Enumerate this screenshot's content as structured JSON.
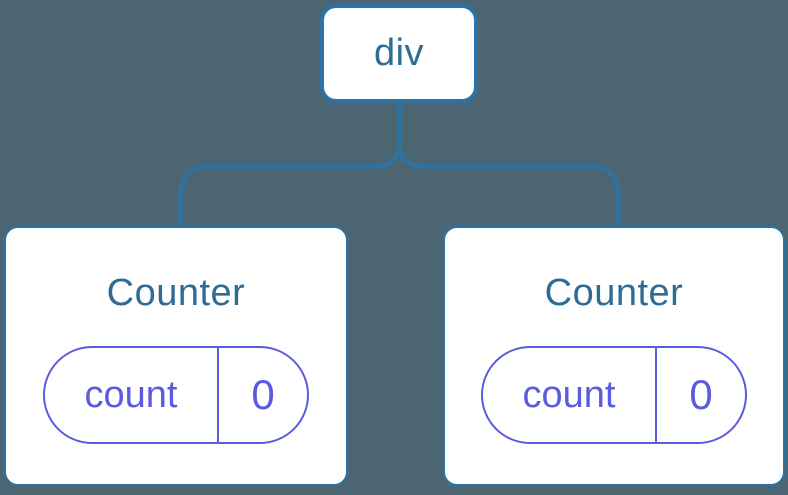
{
  "colors": {
    "background": "#4b6672",
    "line_blue": "#2b73a6",
    "text_blue": "#2f6c94",
    "purple": "#5b5be1",
    "card_bg": "#ffffff"
  },
  "tree": {
    "root": {
      "label": "div"
    },
    "children": [
      {
        "title": "Counter",
        "state": {
          "key": "count",
          "value": "0"
        }
      },
      {
        "title": "Counter",
        "state": {
          "key": "count",
          "value": "0"
        }
      }
    ]
  }
}
